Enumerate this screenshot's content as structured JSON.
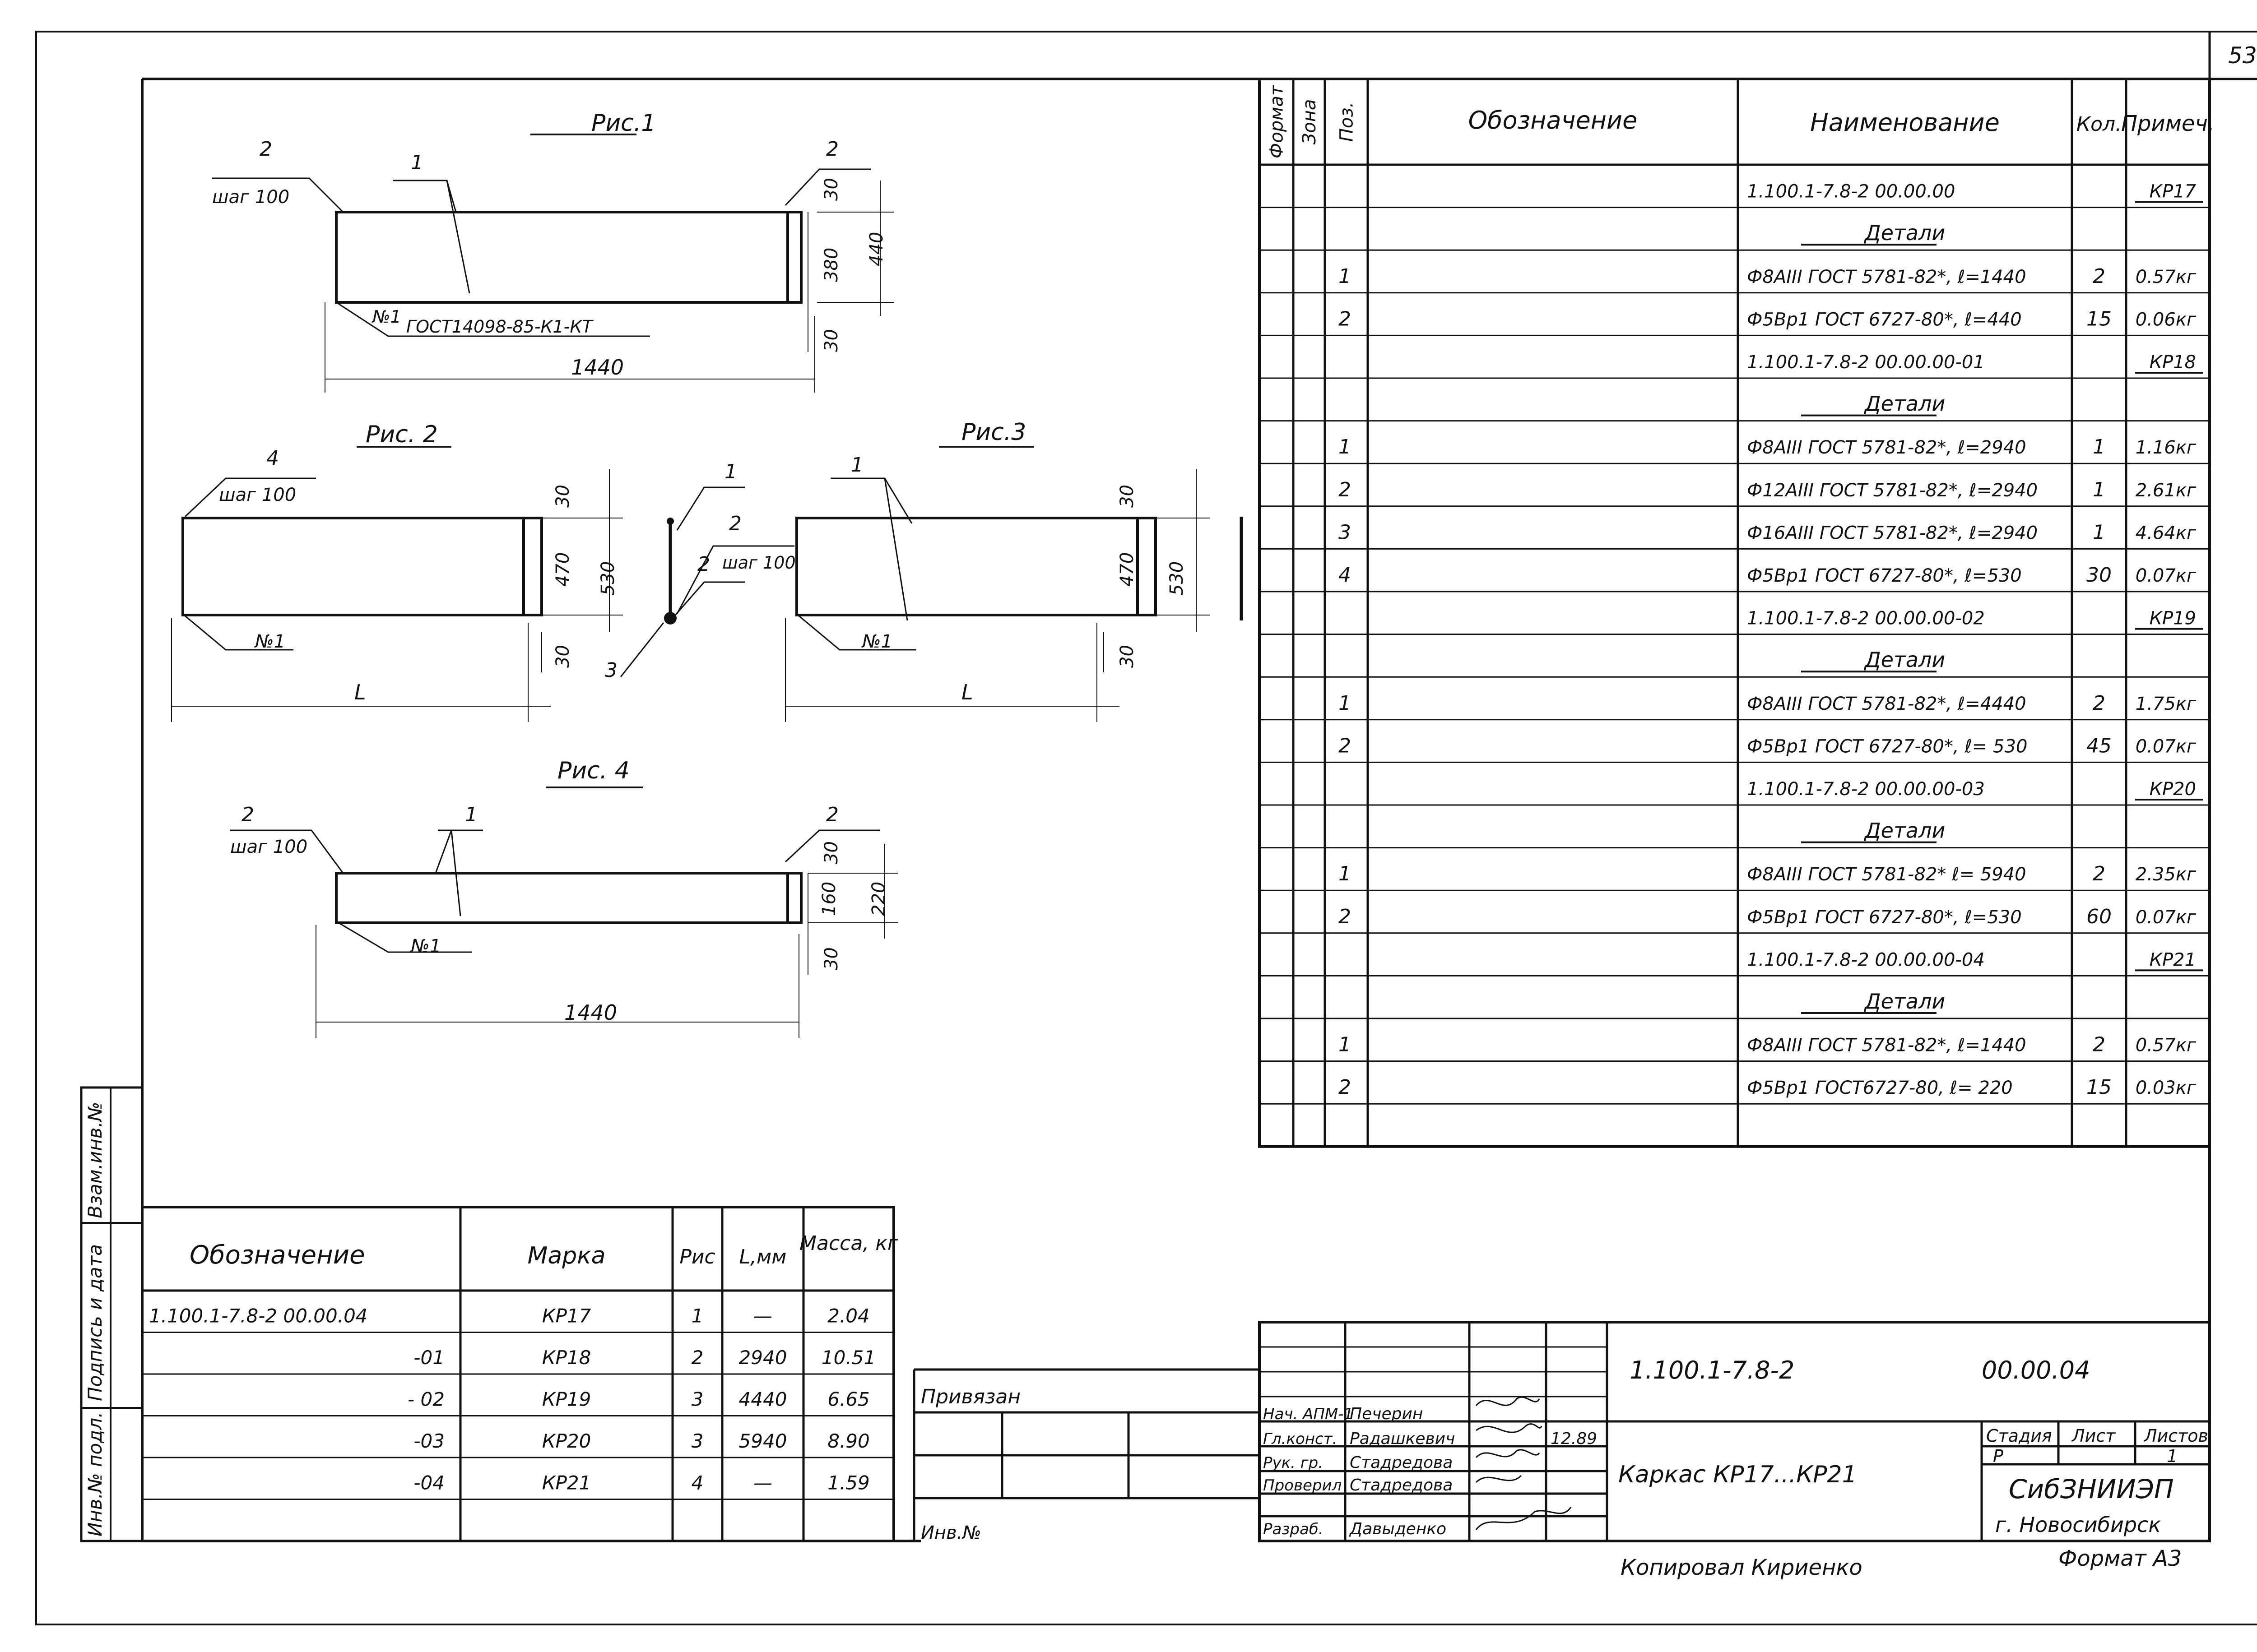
{
  "sheet_number": "53",
  "figures": {
    "fig1": {
      "title": "Рис.1",
      "callouts": [
        "2",
        "шаг 100",
        "1",
        "2"
      ],
      "weld_mark": "№1",
      "weld_note": "ГОСТ14098-85-К1-КТ",
      "dims": [
        "30",
        "380",
        "440",
        "30",
        "1440"
      ]
    },
    "fig2": {
      "title": "Рис. 2",
      "callouts": [
        "4",
        "шаг 100"
      ],
      "weld_mark": "№1",
      "dims": [
        "30",
        "470",
        "530",
        "30",
        "L"
      ]
    },
    "section": {
      "callouts": [
        "1",
        "2",
        "шаг 100",
        "2",
        "3"
      ]
    },
    "fig3": {
      "title": "Рис.3",
      "callouts": [
        "1"
      ],
      "weld_mark": "№1",
      "dims": [
        "30",
        "470",
        "530",
        "30",
        "L"
      ]
    },
    "fig4": {
      "title": "Рис. 4",
      "callouts": [
        "2",
        "шаг 100",
        "1",
        "2"
      ],
      "weld_mark": "№1",
      "dims": [
        "30",
        "160",
        "220",
        "30",
        "1440"
      ]
    }
  },
  "spec_table": {
    "headers": [
      "Формат",
      "Зона",
      "Поз.",
      "Обозначение",
      "Наименование",
      "Кол.",
      "Примеч."
    ],
    "rows": [
      {
        "pos": "",
        "name": "1.100.1-7.8-2   00.00.00",
        "qty": "",
        "note": "КР17"
      },
      {
        "pos": "",
        "name": "Детали",
        "qty": "",
        "note": ""
      },
      {
        "pos": "1",
        "name": "Ф8АIII ГОСТ 5781-82*, ℓ=1440",
        "qty": "2",
        "note": "0.57кг"
      },
      {
        "pos": "2",
        "name": "Ф5Вр1 ГОСТ 6727-80*, ℓ=440",
        "qty": "15",
        "note": "0.06кг"
      },
      {
        "pos": "",
        "name": "1.100.1-7.8-2   00.00.00-01",
        "qty": "",
        "note": "КР18"
      },
      {
        "pos": "",
        "name": "Детали",
        "qty": "",
        "note": ""
      },
      {
        "pos": "1",
        "name": "Ф8АIII ГОСТ 5781-82*, ℓ=2940",
        "qty": "1",
        "note": "1.16кг"
      },
      {
        "pos": "2",
        "name": "Ф12АIII ГОСТ 5781-82*, ℓ=2940",
        "qty": "1",
        "note": "2.61кг"
      },
      {
        "pos": "3",
        "name": "Ф16АIII ГОСТ 5781-82*, ℓ=2940",
        "qty": "1",
        "note": "4.64кг"
      },
      {
        "pos": "4",
        "name": "Ф5Вр1 ГОСТ 6727-80*, ℓ=530",
        "qty": "30",
        "note": "0.07кг"
      },
      {
        "pos": "",
        "name": "1.100.1-7.8-2   00.00.00-02",
        "qty": "",
        "note": "КР19"
      },
      {
        "pos": "",
        "name": "Детали",
        "qty": "",
        "note": ""
      },
      {
        "pos": "1",
        "name": "Ф8АIII ГОСТ 5781-82*, ℓ=4440",
        "qty": "2",
        "note": "1.75кг"
      },
      {
        "pos": "2",
        "name": "Ф5Вр1 ГОСТ 6727-80*, ℓ= 530",
        "qty": "45",
        "note": "0.07кг"
      },
      {
        "pos": "",
        "name": "1.100.1-7.8-2   00.00.00-03",
        "qty": "",
        "note": "КР20"
      },
      {
        "pos": "",
        "name": "Детали",
        "qty": "",
        "note": ""
      },
      {
        "pos": "1",
        "name": "Ф8АIII ГОСТ 5781-82* ℓ= 5940",
        "qty": "2",
        "note": "2.35кг"
      },
      {
        "pos": "2",
        "name": "Ф5Вр1 ГОСТ 6727-80*, ℓ=530",
        "qty": "60",
        "note": "0.07кг"
      },
      {
        "pos": "",
        "name": "1.100.1-7.8-2   00.00.00-04",
        "qty": "",
        "note": "КР21"
      },
      {
        "pos": "",
        "name": "Детали",
        "qty": "",
        "note": ""
      },
      {
        "pos": "1",
        "name": "Ф8АIII ГОСТ 5781-82*, ℓ=1440",
        "qty": "2",
        "note": "0.57кг"
      },
      {
        "pos": "2",
        "name": "Ф5Вр1 ГОСТ6727-80, ℓ= 220",
        "qty": "15",
        "note": "0.03кг"
      },
      {
        "pos": "",
        "name": "",
        "qty": "",
        "note": ""
      }
    ]
  },
  "marks_table": {
    "headers": [
      "Обозначение",
      "Марка",
      "Рис",
      "L,мм",
      "Масса, кг"
    ],
    "rows": [
      {
        "des": "1.100.1-7.8-2   00.00.04",
        "mark": "КР17",
        "fig": "1",
        "len": "—",
        "mass": "2.04"
      },
      {
        "des": "-01",
        "mark": "КР18",
        "fig": "2",
        "len": "2940",
        "mass": "10.51"
      },
      {
        "des": "- 02",
        "mark": "КР19",
        "fig": "3",
        "len": "4440",
        "mass": "6.65"
      },
      {
        "des": "-03",
        "mark": "КР20",
        "fig": "3",
        "len": "5940",
        "mass": "8.90"
      },
      {
        "des": "-04",
        "mark": "КР21",
        "fig": "4",
        "len": "—",
        "mass": "1.59"
      },
      {
        "des": "",
        "mark": "",
        "fig": "",
        "len": "",
        "mass": ""
      }
    ]
  },
  "side_stamp": [
    "Взам.инв.№",
    "Подпись и дата",
    "Инв.№ подл."
  ],
  "privyazan": {
    "label": "Привязан",
    "inv_label": "Инв.№"
  },
  "title_block": {
    "designation_left": "1.100.1-7.8-2",
    "designation_right": "00.00.04",
    "product_name": "Каркас  КР17...КР21",
    "stage_header": "Стадия",
    "sheet_header": "Лист",
    "sheets_header": "Листов",
    "stage": "Р",
    "sheet": "",
    "sheets": "1",
    "organization": "СибЗНИИЭП",
    "city": "г. Новосибирск",
    "date": "12.89",
    "people": [
      {
        "role": "Нач. АПМ-1",
        "name": "Печерин"
      },
      {
        "role": "Гл.конст.",
        "name": "Радашкевич"
      },
      {
        "role": "Рук. гр.",
        "name": "Стадредова"
      },
      {
        "role": "Проверил",
        "name": "Стадредова"
      },
      {
        "role": "Разраб.",
        "name": "Давыденко"
      }
    ]
  },
  "copied_by": "Копировал   Кириенко",
  "format": "Формат А3"
}
